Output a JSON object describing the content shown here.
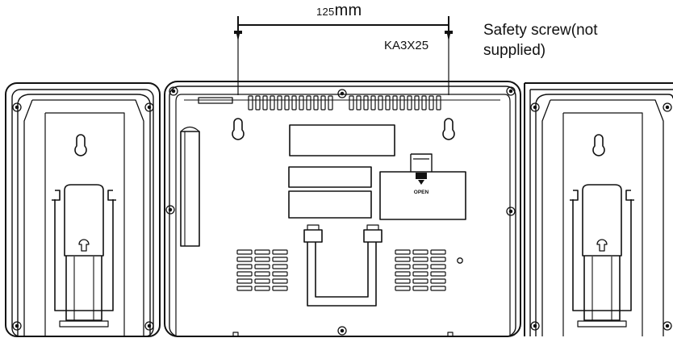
{
  "dimension": {
    "value": "125",
    "unit": "mm"
  },
  "screw_code": "KA3X25",
  "note_lines": [
    "Safety screw(not",
    "supplied)"
  ],
  "battery_cover_label": "OPEN",
  "icons": [
    "screw-icon",
    "keyhole-icon",
    "stand-icon",
    "battery-cover-icon"
  ],
  "colors": {
    "line": "#111111",
    "background": "#ffffff"
  }
}
